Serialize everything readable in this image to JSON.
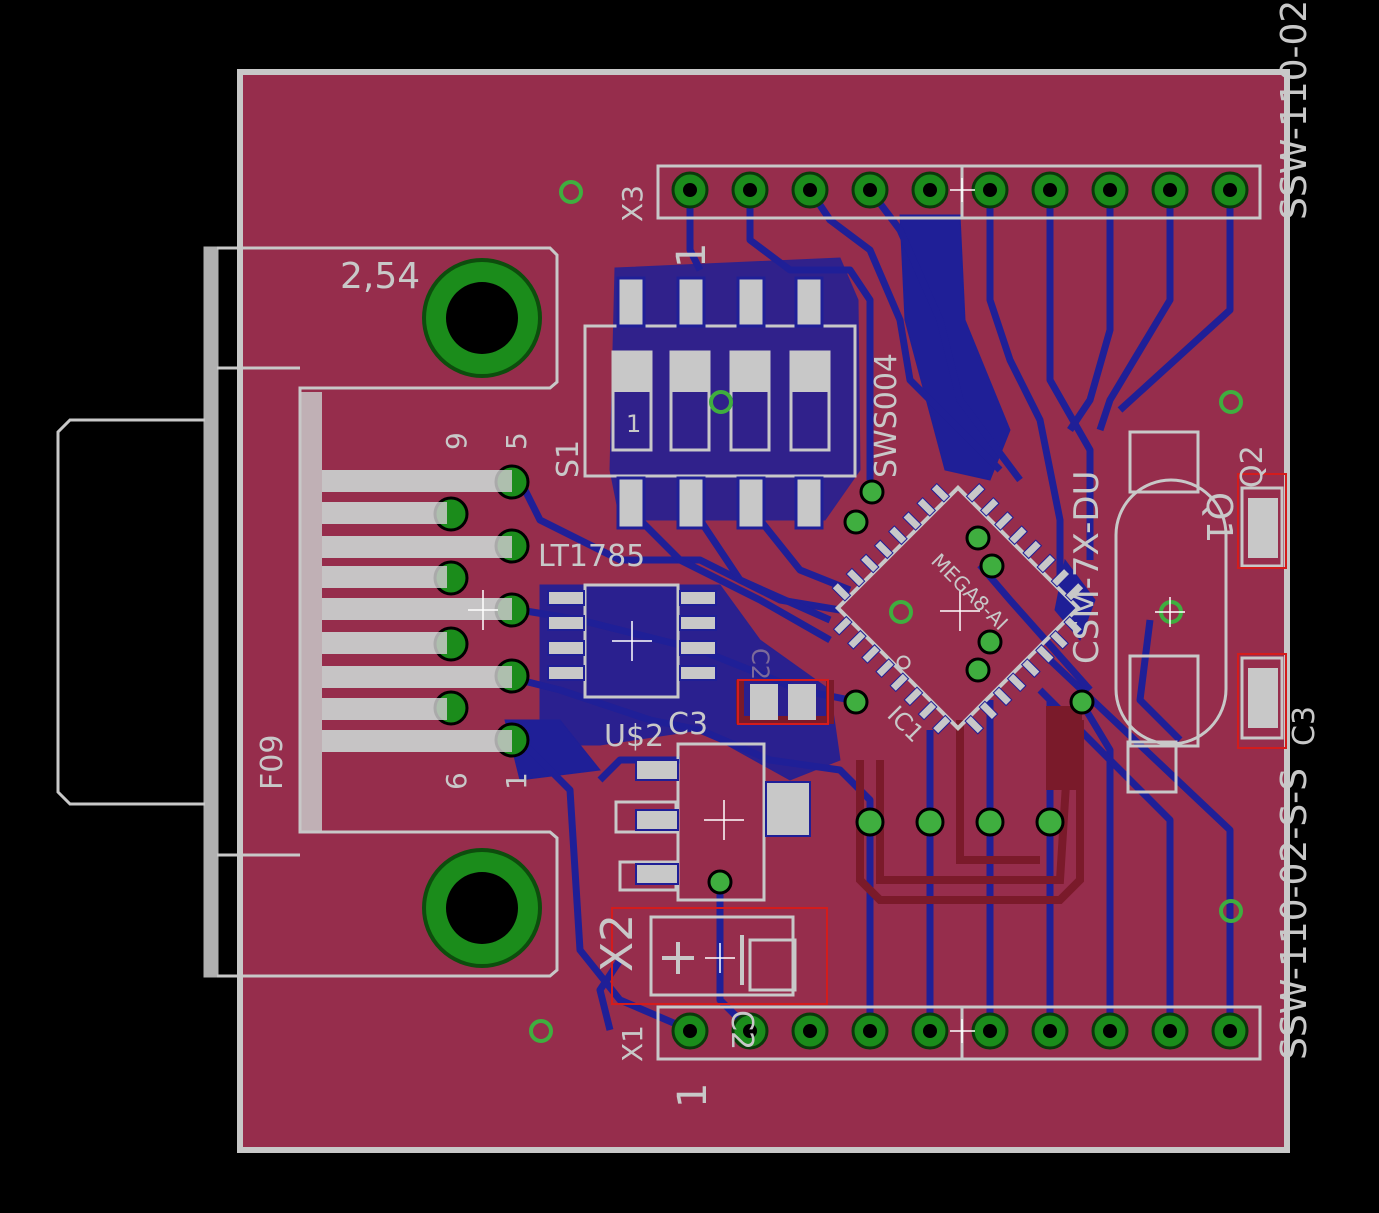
{
  "colors": {
    "background": "#000000",
    "board_top": "#962d4c",
    "bottom_copper": "#1f1f97",
    "top_copper": "#8c1c2c",
    "silkscreen": "#c8c8c8",
    "pad_green": "#1b8c1b",
    "via_green": "#3fae3f",
    "doc_red": "#d41c1c"
  },
  "labels": {
    "x3": "X3",
    "x3_pin1": "1",
    "x1": "X1",
    "x1_pin1": "1",
    "s1": "S1",
    "s1_switch1": "1",
    "sws004": "SWS004",
    "lt1785": "LT1785",
    "u2": "U$2",
    "c3_top": "C3",
    "f09": "F09",
    "dsub_9": "9",
    "dsub_5": "5",
    "dsub_6": "6",
    "dsub_1": "1",
    "hole_label": "2,54",
    "mega8": "MEGA8-AI",
    "ic1": "IC1",
    "csm": "CSM-7X-DU",
    "q1": "Q1",
    "q2": "Q2",
    "c3_right": "C3",
    "x2": "X2",
    "c2": "C2",
    "c2_mark": "C2",
    "ssw_top": "SSW-110-02",
    "ssw_bottom": "SSW-110-02-S-S"
  }
}
